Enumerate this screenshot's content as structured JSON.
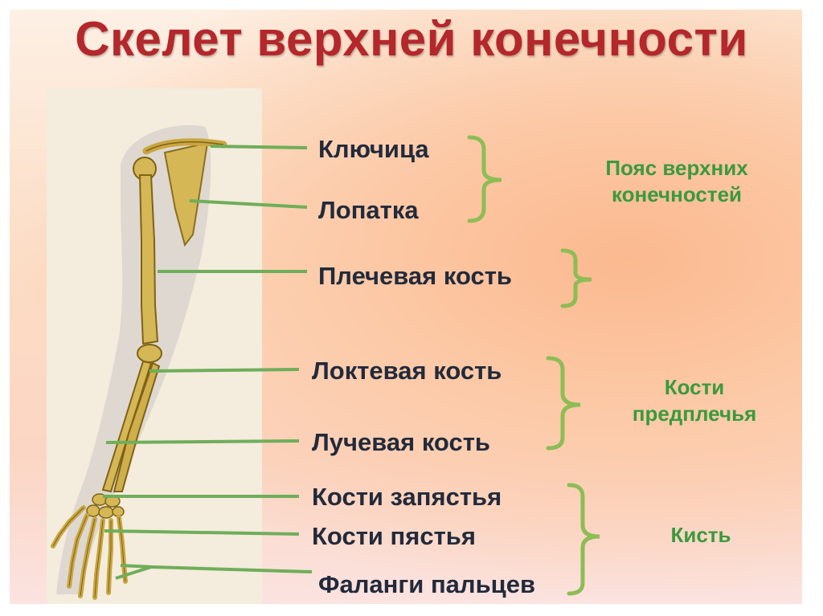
{
  "title": "Скелет верхней конечности",
  "labels": [
    "Ключица",
    "Лопатка",
    "Плечевая кость",
    "Локтевая кость",
    "Лучевая кость",
    "Кости запястья",
    "Кости пястья",
    "Фаланги пальцев"
  ],
  "groups": [
    {
      "line1": "Пояс верхних",
      "line2": "конечностей"
    },
    {
      "line1": "Кости",
      "line2": "предплечья"
    },
    {
      "line1": "Кисть",
      "line2": ""
    }
  ],
  "colors": {
    "title": "#b4272b",
    "label": "#222a3b",
    "group": "#3a9a3e",
    "bracket": "#8dbd54",
    "leader": "#6fae5a",
    "bone": "#c9a640"
  }
}
